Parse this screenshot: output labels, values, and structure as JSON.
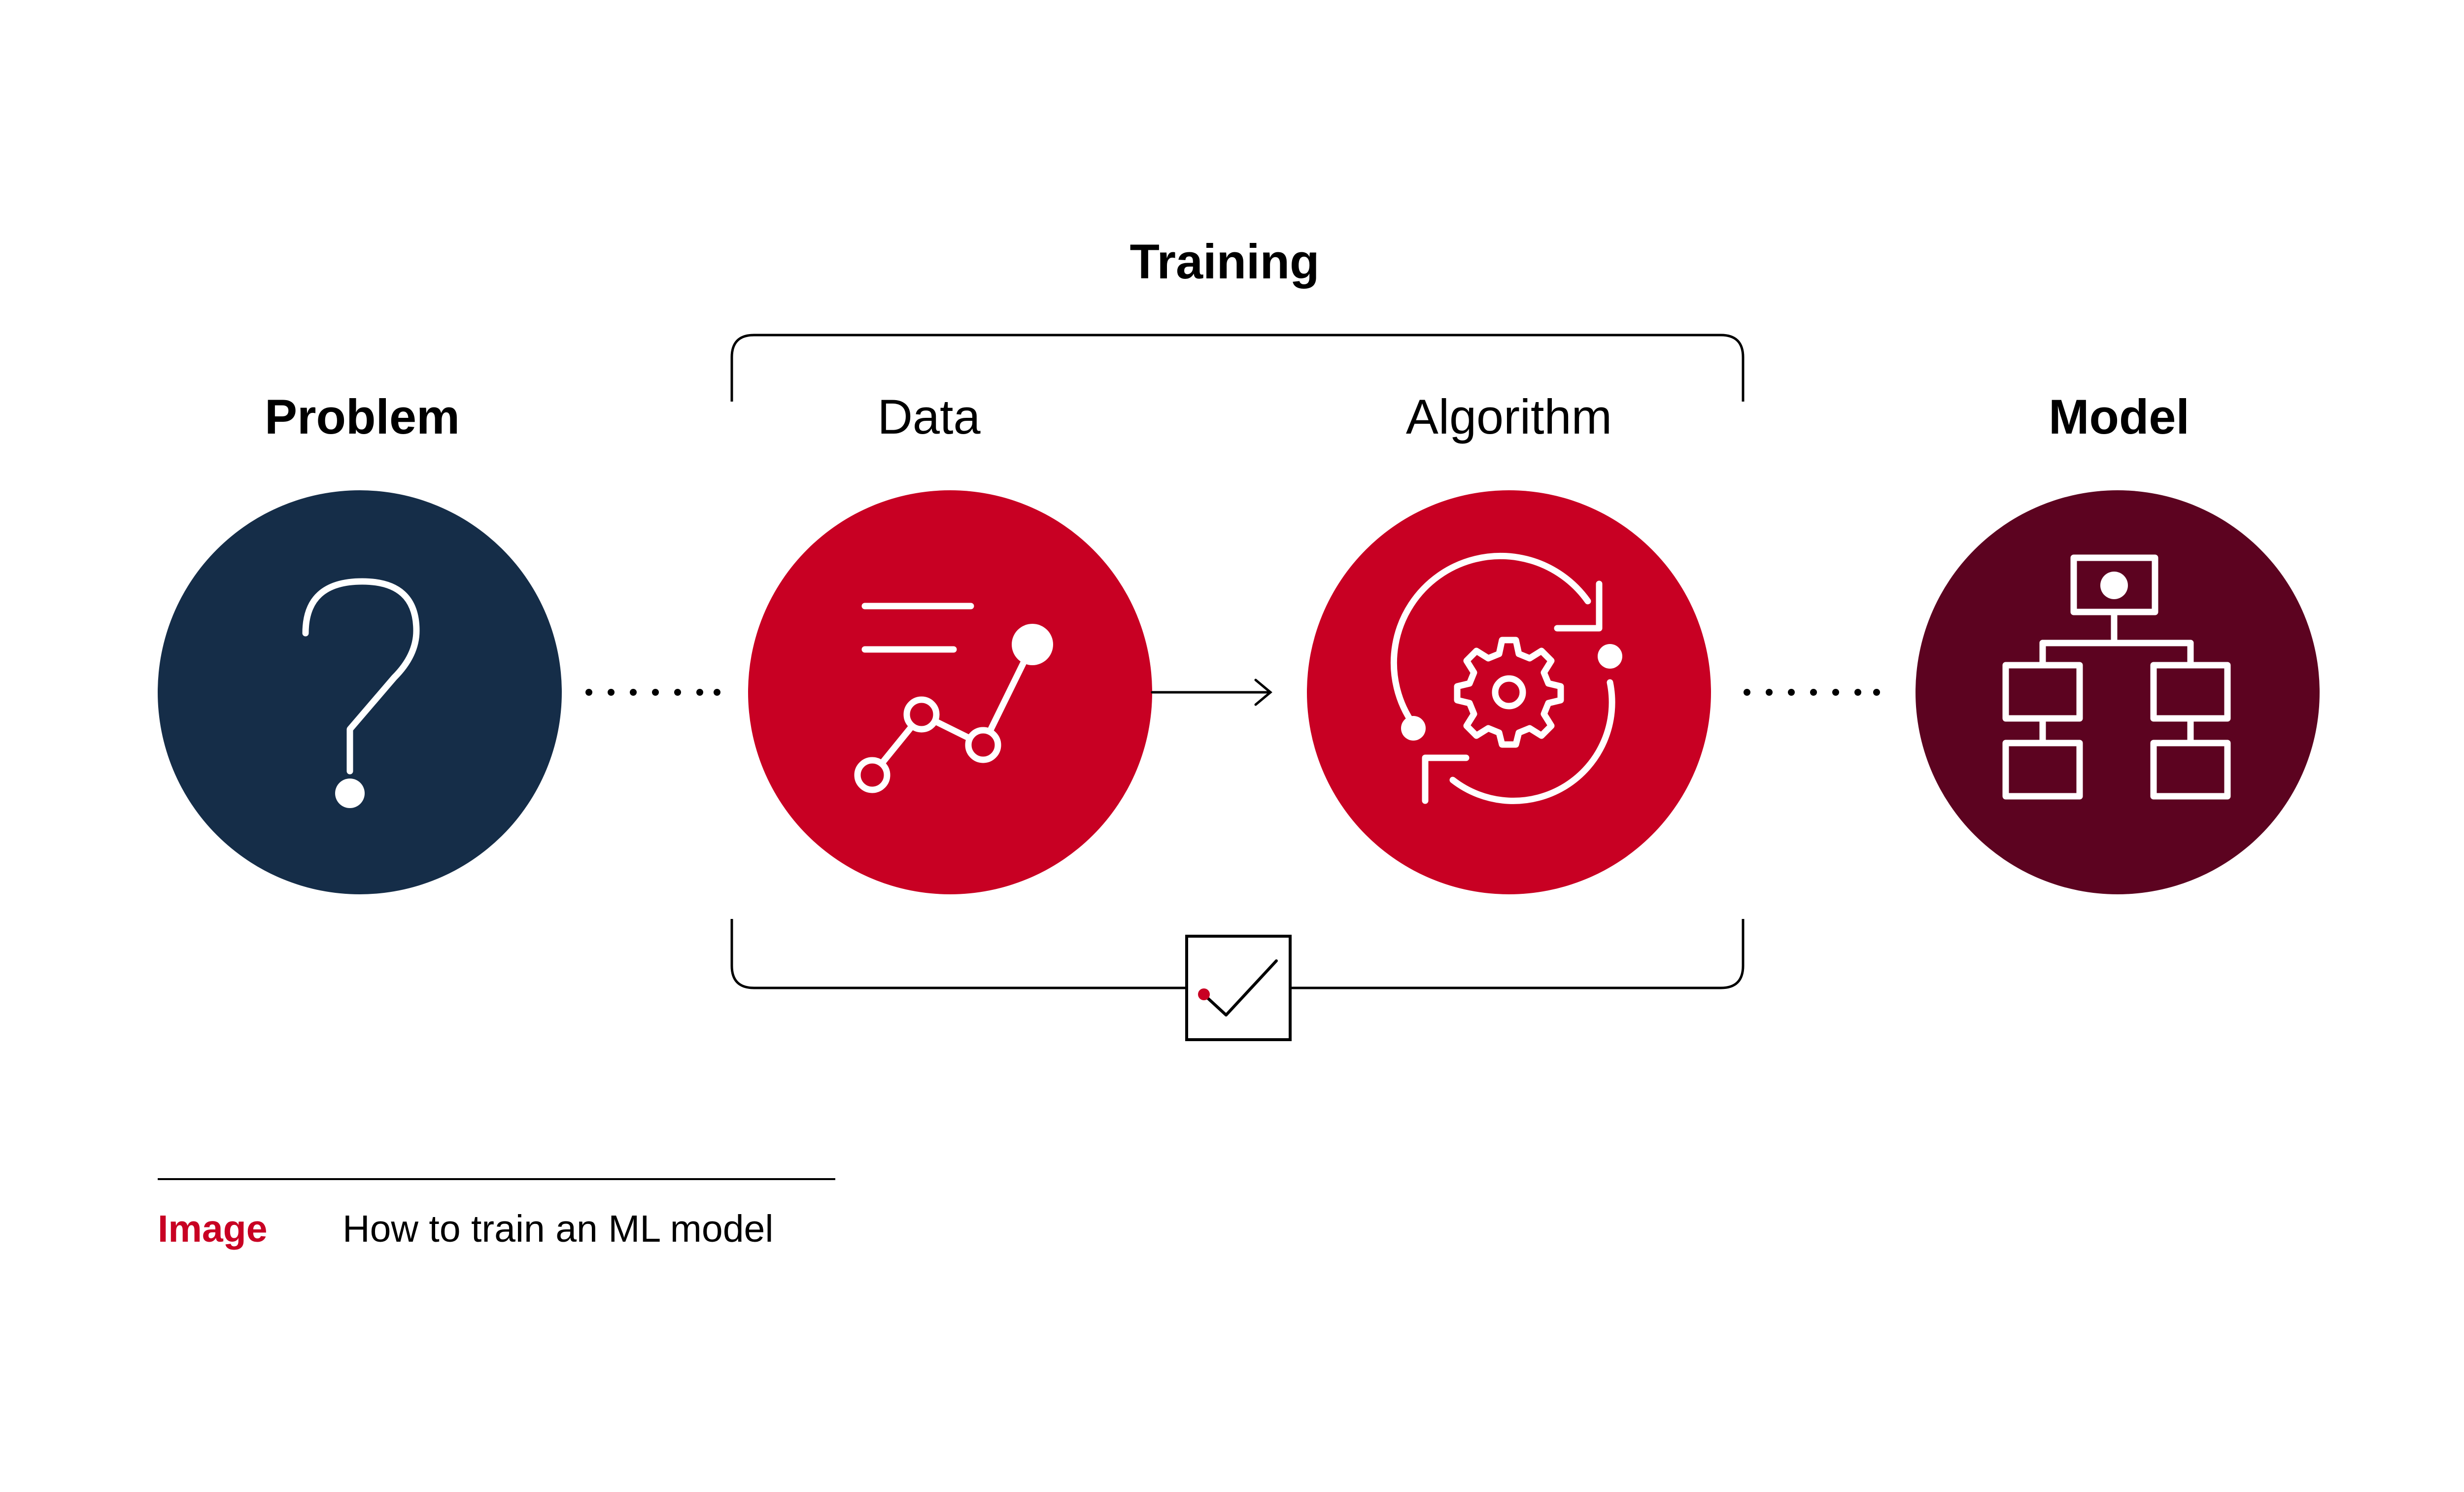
{
  "title": "Training",
  "stages": {
    "problem": {
      "label": "Problem",
      "icon": "question-mark-icon"
    },
    "data": {
      "label": "Data",
      "icon": "data-chart-icon"
    },
    "algorithm": {
      "label": "Algorithm",
      "icon": "gear-cycle-icon"
    },
    "model": {
      "label": "Model",
      "icon": "hierarchy-icon"
    }
  },
  "evaluation": {
    "icon": "checkmark-icon"
  },
  "caption": {
    "tag": "Image",
    "text": "How to train an ML model"
  },
  "colors": {
    "problem": "#152d48",
    "data": "#c80023",
    "algorithm": "#c80023",
    "model": "#5c0320",
    "accent": "#c80023",
    "line": "#000000"
  }
}
